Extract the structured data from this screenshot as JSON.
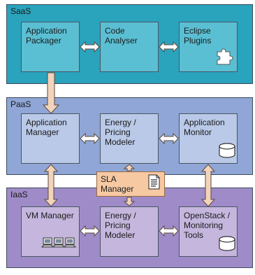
{
  "layers": {
    "saas": {
      "label": "SaaS",
      "boxes": [
        "Application Packager",
        "Code Analyser",
        "Eclipse Plugins"
      ]
    },
    "paas": {
      "label": "PaaS",
      "boxes": [
        "Application Manager",
        "Energy / Pricing Modeler",
        "Application Monitor"
      ]
    },
    "iaas": {
      "label": "IaaS",
      "boxes": [
        "VM Manager",
        "Energy / Pricing Modeler",
        "OpenStack / Monitoring Tools"
      ]
    }
  },
  "sla": {
    "label": "SLA Manager"
  },
  "colors": {
    "saas_bg": "#2aa3bd",
    "paas_bg": "#8fa6d6",
    "iaas_bg": "#9f8bc8",
    "arrow_fill": "#f2d3bb"
  },
  "icons": [
    "puzzle-icon",
    "database-icon",
    "document-icon",
    "computers-icon"
  ]
}
